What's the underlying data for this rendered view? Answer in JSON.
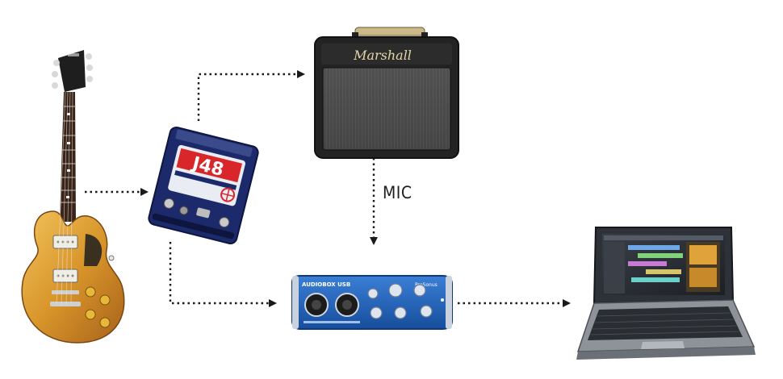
{
  "labels": {
    "mic": "MIC",
    "amp_brand": "Marshall",
    "di_model": "J48",
    "interface_name": "AUDIOBOX USB",
    "interface_brand": "PreSonus"
  },
  "colors": {
    "arrow": "#1a1a1a",
    "interface_blue": "#1f5fb4",
    "di_navy": "#1c2a6b",
    "di_red": "#d8262b",
    "guitar_amber": "#d99a2b",
    "amp_black": "#232323"
  }
}
